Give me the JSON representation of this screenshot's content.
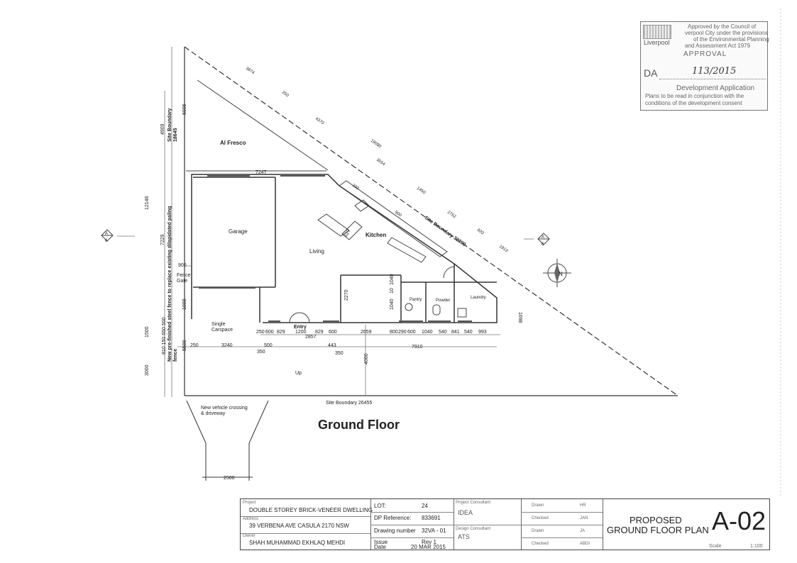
{
  "stamp": {
    "line1": "Approved by the Council of",
    "line2": "verpool City under the provisions",
    "line3": "of the Environmental Planning",
    "line4": "and Assessment Act 1979",
    "logo_text": "Liverpool",
    "approval": "APPROVAL",
    "da_label": "DA",
    "da_number": "113/2015",
    "dev_app": "Development Application",
    "note1": "Plans to be read in conjunction with the",
    "note2": "conditions of the development consent"
  },
  "plan": {
    "title": "Ground Floor",
    "rooms": {
      "al_fresco": "Al Fresco",
      "garage": "Garage",
      "living": "Living",
      "kitchen": "Kitchen",
      "pantry": "Pantry",
      "powder": "Powder",
      "laundry": "Laundry",
      "single_carspace": "Single\nCarspace",
      "entry": "Entry",
      "fence_gate": "Fence\nGate",
      "up": "Up",
      "vehicle_crossing": "New vehicle crossing\n& driveway"
    },
    "boundaries": {
      "west": "Site Boundary\n18645",
      "diagonal": "Site Boundary 32390",
      "south": "Site Boundary 26455",
      "fence_note": "New pre-finished steel fence to replace existing dilapidated paling\nfence"
    },
    "dims_diag": [
      "3974",
      "250",
      "4370",
      "19090",
      "3554",
      "1450",
      "2752",
      "920",
      "1913",
      "330",
      "900"
    ],
    "dims_left": [
      "6906",
      "4909",
      "12146",
      "7229",
      "1500",
      "3000",
      "810 150 650 500",
      "900",
      "5500",
      "1000"
    ],
    "dims_row1": [
      "250",
      "600",
      "829",
      "1200",
      "829",
      "600",
      "2659",
      "800",
      "290",
      "600",
      "1040",
      "540",
      "841",
      "540",
      "993"
    ],
    "dims_row2": [
      "250",
      "3240",
      "500",
      "2857",
      "443",
      "7910",
      "350",
      "350"
    ],
    "dims_misc": [
      "7247",
      "4000",
      "1698",
      "1040",
      "10",
      "1040",
      "2270",
      "627",
      "2500"
    ],
    "section_marks": [
      "A",
      "6"
    ]
  },
  "title_block": {
    "project_label": "Project",
    "project": "DOUBLE STOREY BRICK-VENEER DWELLING",
    "address_label": "Address",
    "address": "39 VERBENA AVE CASULA 2170 NSW",
    "owner_label": "Owner",
    "owner": "SHAH MUHAMMAD EKHLAQ MEHDI",
    "lot_label": "LOT:",
    "lot": "24",
    "dp_label": "DP Reference:",
    "dp": "833691",
    "drawing_label": "Drawing number",
    "drawing": "32VA - 01",
    "issue_label": "Issue",
    "issue": "Rev 1",
    "date_label": "Date",
    "date": "20 MAR 2015",
    "consultant_label": "Project Consultant",
    "consultant": "IDEA",
    "design_label": "Design Consultant",
    "design": "ATS",
    "drawn_label": "Drawn",
    "drawn": "HR",
    "checked_label": "Checked",
    "checked": "JAN",
    "drawn2_label": "Drawn",
    "drawn2": "JA",
    "checked2_label": "Checked",
    "checked2": "ABDI",
    "sheet_title1": "PROPOSED",
    "sheet_title2": "GROUND FLOOR PLAN",
    "sheet_no": "A-02",
    "scale_label": "Scale",
    "scale": "1:100"
  },
  "colors": {
    "line": "#333333",
    "faint": "#888888"
  }
}
